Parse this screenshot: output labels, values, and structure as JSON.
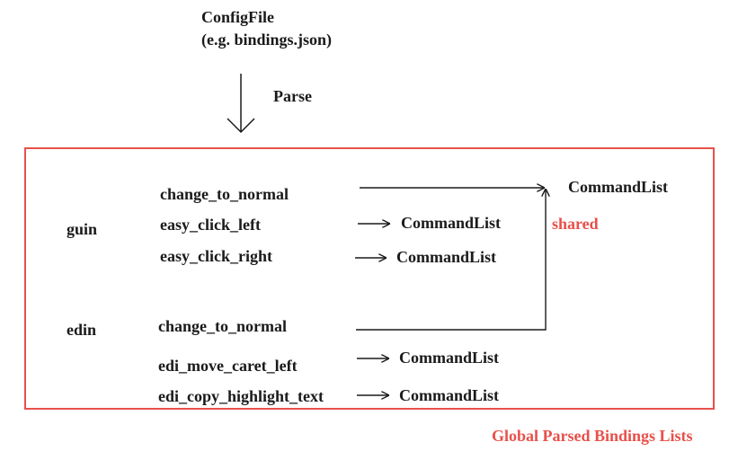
{
  "source": {
    "name": "ConfigFile",
    "example": "(e.g. bindings.json)"
  },
  "parse_label": "Parse",
  "groups": [
    {
      "name": "guin",
      "bindings": [
        "change_to_normal",
        "easy_click_left",
        "easy_click_right"
      ]
    },
    {
      "name": "edin",
      "bindings": [
        "change_to_normal",
        "edi_move_caret_left",
        "edi_copy_highlight_text"
      ]
    }
  ],
  "target_label": "CommandList",
  "shared_label": "shared",
  "container_label": "Global Parsed Bindings Lists",
  "colors": {
    "accent": "#e8504a",
    "text": "#1a1a1a"
  }
}
